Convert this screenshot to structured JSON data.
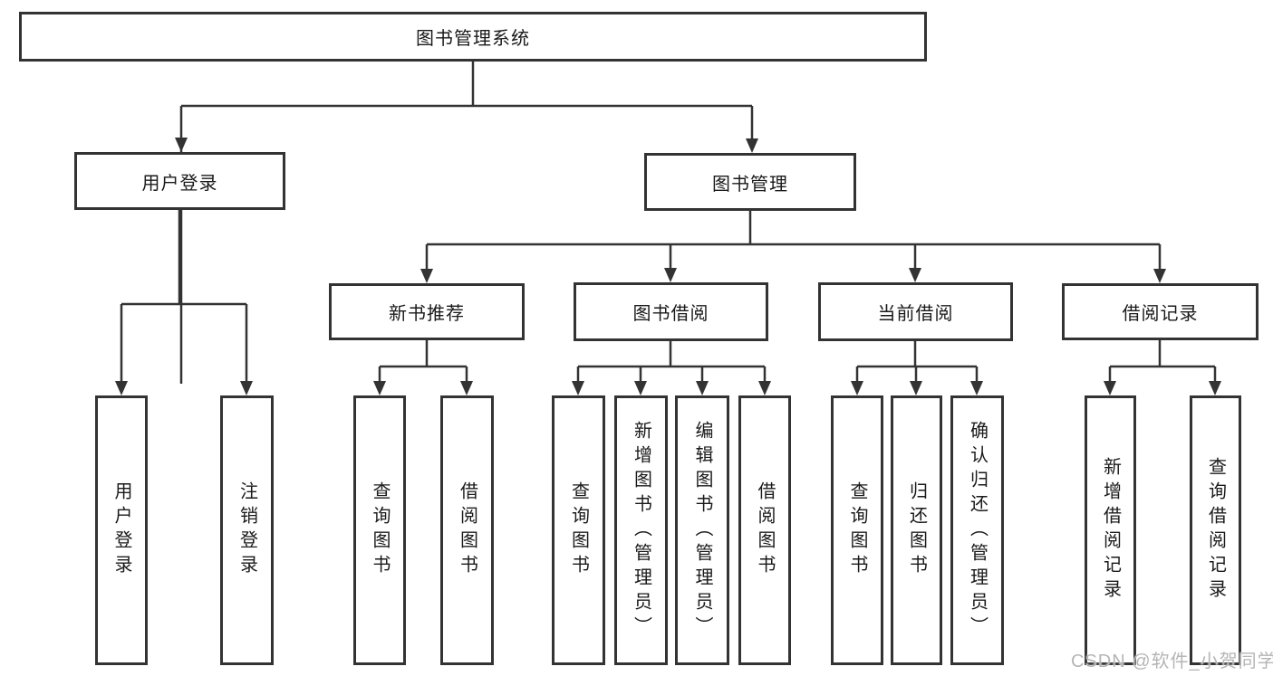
{
  "diagram_title": "图书管理系统",
  "nodes": {
    "root": {
      "label": "图书管理系统"
    },
    "user_login_branch": {
      "label": "用户登录"
    },
    "book_mgmt_branch": {
      "label": "图书管理"
    },
    "new_book_recommend": {
      "label": "新书推荐"
    },
    "book_borrow": {
      "label": "图书借阅"
    },
    "current_borrow": {
      "label": "当前借阅"
    },
    "borrow_records": {
      "label": "借阅记录"
    },
    "leaf_user_login": {
      "label": "用户登录"
    },
    "leaf_logout": {
      "label": "注销登录"
    },
    "leaf_query_books_recommend": {
      "label": "查询图书"
    },
    "leaf_borrow_books_recommend": {
      "label": "借阅图书"
    },
    "leaf_query_books_borrow": {
      "label": "查询图书"
    },
    "leaf_add_book_admin": {
      "label": "新增图书（管理员）"
    },
    "leaf_edit_book_admin": {
      "label": "编辑图书（管理员）"
    },
    "leaf_borrow_books_borrow": {
      "label": "借阅图书"
    },
    "leaf_query_books_current": {
      "label": "查询图书"
    },
    "leaf_return_books": {
      "label": "归还图书"
    },
    "leaf_confirm_return_admin": {
      "label": "确认归还（管理员）"
    },
    "leaf_add_borrow_record": {
      "label": "新增借阅记录"
    },
    "leaf_query_borrow_record": {
      "label": "查询借阅记录"
    }
  },
  "edges": [
    {
      "from": "root",
      "to": "user_login_branch"
    },
    {
      "from": "root",
      "to": "book_mgmt_branch"
    },
    {
      "from": "user_login_branch",
      "to": "leaf_user_login"
    },
    {
      "from": "user_login_branch",
      "to": "leaf_logout"
    },
    {
      "from": "book_mgmt_branch",
      "to": "new_book_recommend"
    },
    {
      "from": "book_mgmt_branch",
      "to": "book_borrow"
    },
    {
      "from": "book_mgmt_branch",
      "to": "current_borrow"
    },
    {
      "from": "book_mgmt_branch",
      "to": "borrow_records"
    },
    {
      "from": "new_book_recommend",
      "to": "leaf_query_books_recommend"
    },
    {
      "from": "new_book_recommend",
      "to": "leaf_borrow_books_recommend"
    },
    {
      "from": "book_borrow",
      "to": "leaf_query_books_borrow"
    },
    {
      "from": "book_borrow",
      "to": "leaf_add_book_admin"
    },
    {
      "from": "book_borrow",
      "to": "leaf_edit_book_admin"
    },
    {
      "from": "book_borrow",
      "to": "leaf_borrow_books_borrow"
    },
    {
      "from": "current_borrow",
      "to": "leaf_query_books_current"
    },
    {
      "from": "current_borrow",
      "to": "leaf_return_books"
    },
    {
      "from": "current_borrow",
      "to": "leaf_confirm_return_admin"
    },
    {
      "from": "borrow_records",
      "to": "leaf_add_borrow_record"
    },
    {
      "from": "borrow_records",
      "to": "leaf_query_borrow_record"
    }
  ],
  "watermark": {
    "text": "CSDN @软件_小贺同学",
    "color": "#b5b5b5"
  },
  "colors": {
    "line": "#333333",
    "border": "#333333",
    "text": "#1a1a1a",
    "background": "#ffffff"
  }
}
